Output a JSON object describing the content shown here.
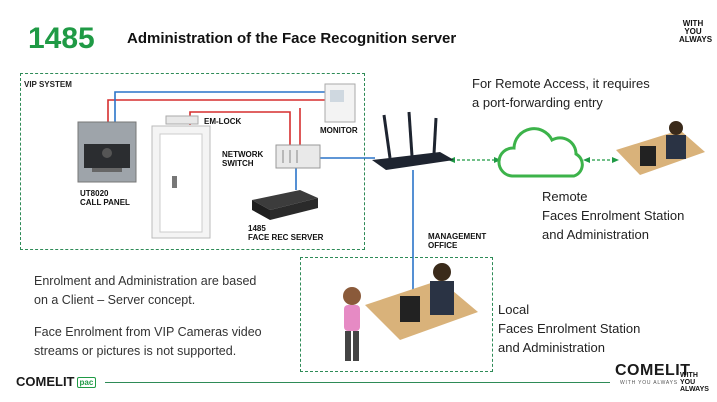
{
  "header": {
    "code": "1485",
    "title": "Administration of the Face Recognition server",
    "tagline_lines": [
      "WITH",
      "YOU",
      "ALWAYS"
    ]
  },
  "vip_system": {
    "label": "VIP SYSTEM",
    "em_lock": "EM-LOCK",
    "monitor": "MONITOR",
    "network_switch": [
      "NETWORK",
      "SWITCH"
    ],
    "call_panel": [
      "UT8020",
      "CALL PANEL"
    ],
    "face_rec_server": [
      "1485",
      "FACE REC SERVER"
    ]
  },
  "remote_access": {
    "lines": [
      "For Remote Access, it requires",
      "a port-forwarding entry"
    ]
  },
  "remote_station": {
    "lines": [
      "Remote",
      "Faces Enrolment Station",
      "and Administration"
    ]
  },
  "management_office": {
    "label": [
      "MANAGEMENT",
      "OFFICE"
    ]
  },
  "local_station": {
    "lines": [
      "Local",
      "Faces Enrolment Station",
      "and Administration"
    ]
  },
  "notes": {
    "p1": [
      "Enrolment and Administration are based",
      "on a Client – Server concept."
    ],
    "p2": [
      "Face Enrolment from VIP Cameras video",
      "streams or pictures is not supported."
    ]
  },
  "footer": {
    "left_logo": "COMELIT",
    "left_logo_tag": "pac",
    "right_logo": "COMELIT",
    "right_logo_sub": "WITH YOU ALWAYS",
    "right_tagline_lines": [
      "WITH",
      "YOU",
      "ALWAYS"
    ]
  },
  "colors": {
    "brand_green": "#1f9a45",
    "cloud_green": "#3cb34a",
    "link_red": "#d62f2f",
    "link_blue": "#2a74c9",
    "dashed_border": "#2e8b57"
  },
  "icons": [
    "router-icon",
    "cloud-icon",
    "door-icon",
    "call-panel-icon",
    "switch-icon",
    "server-icon",
    "monitor-icon",
    "workstation-icon",
    "person-icon"
  ]
}
